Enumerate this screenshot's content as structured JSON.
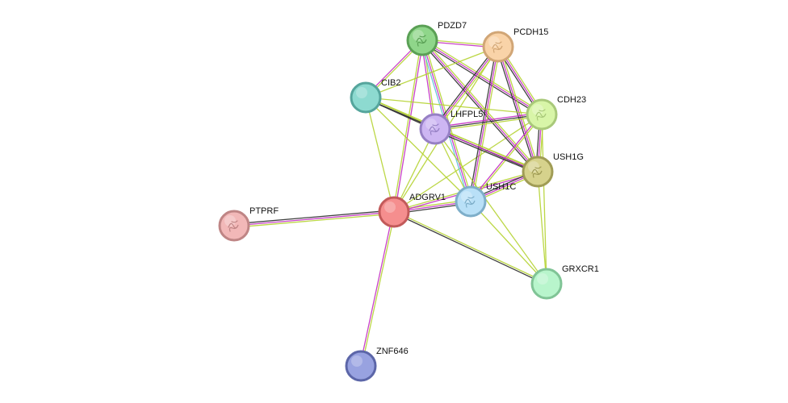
{
  "nodes": [
    {
      "id": "PDZD7",
      "label": "PDZD7",
      "fill": "#8fd68a",
      "stroke": "#5aa055",
      "glyph": "protein-structure-icon"
    },
    {
      "id": "PCDH15",
      "label": "PCDH15",
      "fill": "#f9d3a8",
      "stroke": "#d1a676",
      "glyph": "protein-structure-icon"
    },
    {
      "id": "CIB2",
      "label": "CIB2",
      "fill": "#8ddad0",
      "stroke": "#55a59c",
      "glyph": "none"
    },
    {
      "id": "CDH23",
      "label": "CDH23",
      "fill": "#d8f5a8",
      "stroke": "#a9c97a",
      "glyph": "protein-structure-icon"
    },
    {
      "id": "LHFPL5",
      "label": "LHFPL5",
      "fill": "#cdb6f2",
      "stroke": "#9680c4",
      "glyph": "protein-structure-icon"
    },
    {
      "id": "USH1G",
      "label": "USH1G",
      "fill": "#d6d28c",
      "stroke": "#a09c55",
      "glyph": "protein-structure-icon"
    },
    {
      "id": "USH1C",
      "label": "USH1C",
      "fill": "#b9e0f7",
      "stroke": "#7eaec9",
      "glyph": "protein-structure-icon"
    },
    {
      "id": "ADGRV1",
      "label": "ADGRV1",
      "fill": "#f58e8e",
      "stroke": "#c25a5a",
      "glyph": "none"
    },
    {
      "id": "PTPRF",
      "label": "PTPRF",
      "fill": "#f2b8b8",
      "stroke": "#bf8585",
      "glyph": "protein-structure-icon"
    },
    {
      "id": "GRXCR1",
      "label": "GRXCR1",
      "fill": "#b8f5cc",
      "stroke": "#80c496",
      "glyph": "none"
    },
    {
      "id": "ZNF646",
      "label": "ZNF646",
      "fill": "#98a2e0",
      "stroke": "#5c66a8",
      "glyph": "none"
    }
  ],
  "edge_colors": {
    "textmining": "#b5d332",
    "experiments": "#c22cc2",
    "coexpression": "#2b2b2b",
    "database": "#59c1d6",
    "homology": "#8a8ad6"
  },
  "edges": [
    {
      "source": "ADGRV1",
      "target": "PTPRF",
      "types": [
        "textmining",
        "experiments",
        "coexpression"
      ]
    },
    {
      "source": "ADGRV1",
      "target": "ZNF646",
      "types": [
        "textmining",
        "experiments"
      ]
    },
    {
      "source": "ADGRV1",
      "target": "GRXCR1",
      "types": [
        "textmining",
        "coexpression"
      ]
    },
    {
      "source": "ADGRV1",
      "target": "USH1C",
      "types": [
        "textmining",
        "experiments",
        "coexpression"
      ]
    },
    {
      "source": "ADGRV1",
      "target": "PDZD7",
      "types": [
        "textmining",
        "experiments"
      ]
    },
    {
      "source": "ADGRV1",
      "target": "CIB2",
      "types": [
        "textmining"
      ]
    },
    {
      "source": "ADGRV1",
      "target": "LHFPL5",
      "types": [
        "textmining"
      ]
    },
    {
      "source": "ADGRV1",
      "target": "CDH23",
      "types": [
        "textmining"
      ]
    },
    {
      "source": "ADGRV1",
      "target": "USH1G",
      "types": [
        "textmining",
        "experiments"
      ]
    },
    {
      "source": "ADGRV1",
      "target": "PCDH15",
      "types": [
        "textmining"
      ]
    },
    {
      "source": "PDZD7",
      "target": "PCDH15",
      "types": [
        "textmining",
        "experiments"
      ]
    },
    {
      "source": "PDZD7",
      "target": "CIB2",
      "types": [
        "textmining",
        "experiments"
      ]
    },
    {
      "source": "PDZD7",
      "target": "CDH23",
      "types": [
        "textmining",
        "experiments",
        "coexpression"
      ]
    },
    {
      "source": "PDZD7",
      "target": "LHFPL5",
      "types": [
        "textmining",
        "experiments"
      ]
    },
    {
      "source": "PDZD7",
      "target": "USH1G",
      "types": [
        "textmining",
        "experiments",
        "coexpression"
      ]
    },
    {
      "source": "PDZD7",
      "target": "USH1C",
      "types": [
        "textmining",
        "experiments",
        "database"
      ]
    },
    {
      "source": "PCDH15",
      "target": "CIB2",
      "types": [
        "textmining"
      ]
    },
    {
      "source": "PCDH15",
      "target": "CDH23",
      "types": [
        "textmining",
        "experiments",
        "coexpression"
      ]
    },
    {
      "source": "PCDH15",
      "target": "LHFPL5",
      "types": [
        "textmining",
        "experiments",
        "coexpression"
      ]
    },
    {
      "source": "PCDH15",
      "target": "USH1G",
      "types": [
        "textmining",
        "experiments",
        "coexpression"
      ]
    },
    {
      "source": "PCDH15",
      "target": "USH1C",
      "types": [
        "textmining",
        "experiments",
        "coexpression"
      ]
    },
    {
      "source": "CIB2",
      "target": "LHFPL5",
      "types": [
        "textmining",
        "coexpression"
      ]
    },
    {
      "source": "CIB2",
      "target": "USH1G",
      "types": [
        "textmining",
        "coexpression"
      ]
    },
    {
      "source": "CIB2",
      "target": "CDH23",
      "types": [
        "textmining"
      ]
    },
    {
      "source": "CIB2",
      "target": "USH1C",
      "types": [
        "textmining"
      ]
    },
    {
      "source": "CDH23",
      "target": "LHFPL5",
      "types": [
        "textmining",
        "coexpression",
        "experiments"
      ]
    },
    {
      "source": "CDH23",
      "target": "USH1G",
      "types": [
        "textmining",
        "experiments",
        "coexpression"
      ]
    },
    {
      "source": "CDH23",
      "target": "USH1C",
      "types": [
        "textmining",
        "experiments"
      ]
    },
    {
      "source": "CDH23",
      "target": "GRXCR1",
      "types": [
        "textmining"
      ]
    },
    {
      "source": "LHFPL5",
      "target": "USH1G",
      "types": [
        "textmining",
        "experiments",
        "coexpression"
      ]
    },
    {
      "source": "LHFPL5",
      "target": "USH1C",
      "types": [
        "textmining"
      ]
    },
    {
      "source": "LHFPL5",
      "target": "GRXCR1",
      "types": [
        "textmining"
      ]
    },
    {
      "source": "USH1G",
      "target": "USH1C",
      "types": [
        "textmining",
        "experiments",
        "coexpression"
      ]
    },
    {
      "source": "USH1G",
      "target": "GRXCR1",
      "types": [
        "textmining"
      ]
    },
    {
      "source": "USH1C",
      "target": "GRXCR1",
      "types": [
        "textmining"
      ]
    }
  ]
}
